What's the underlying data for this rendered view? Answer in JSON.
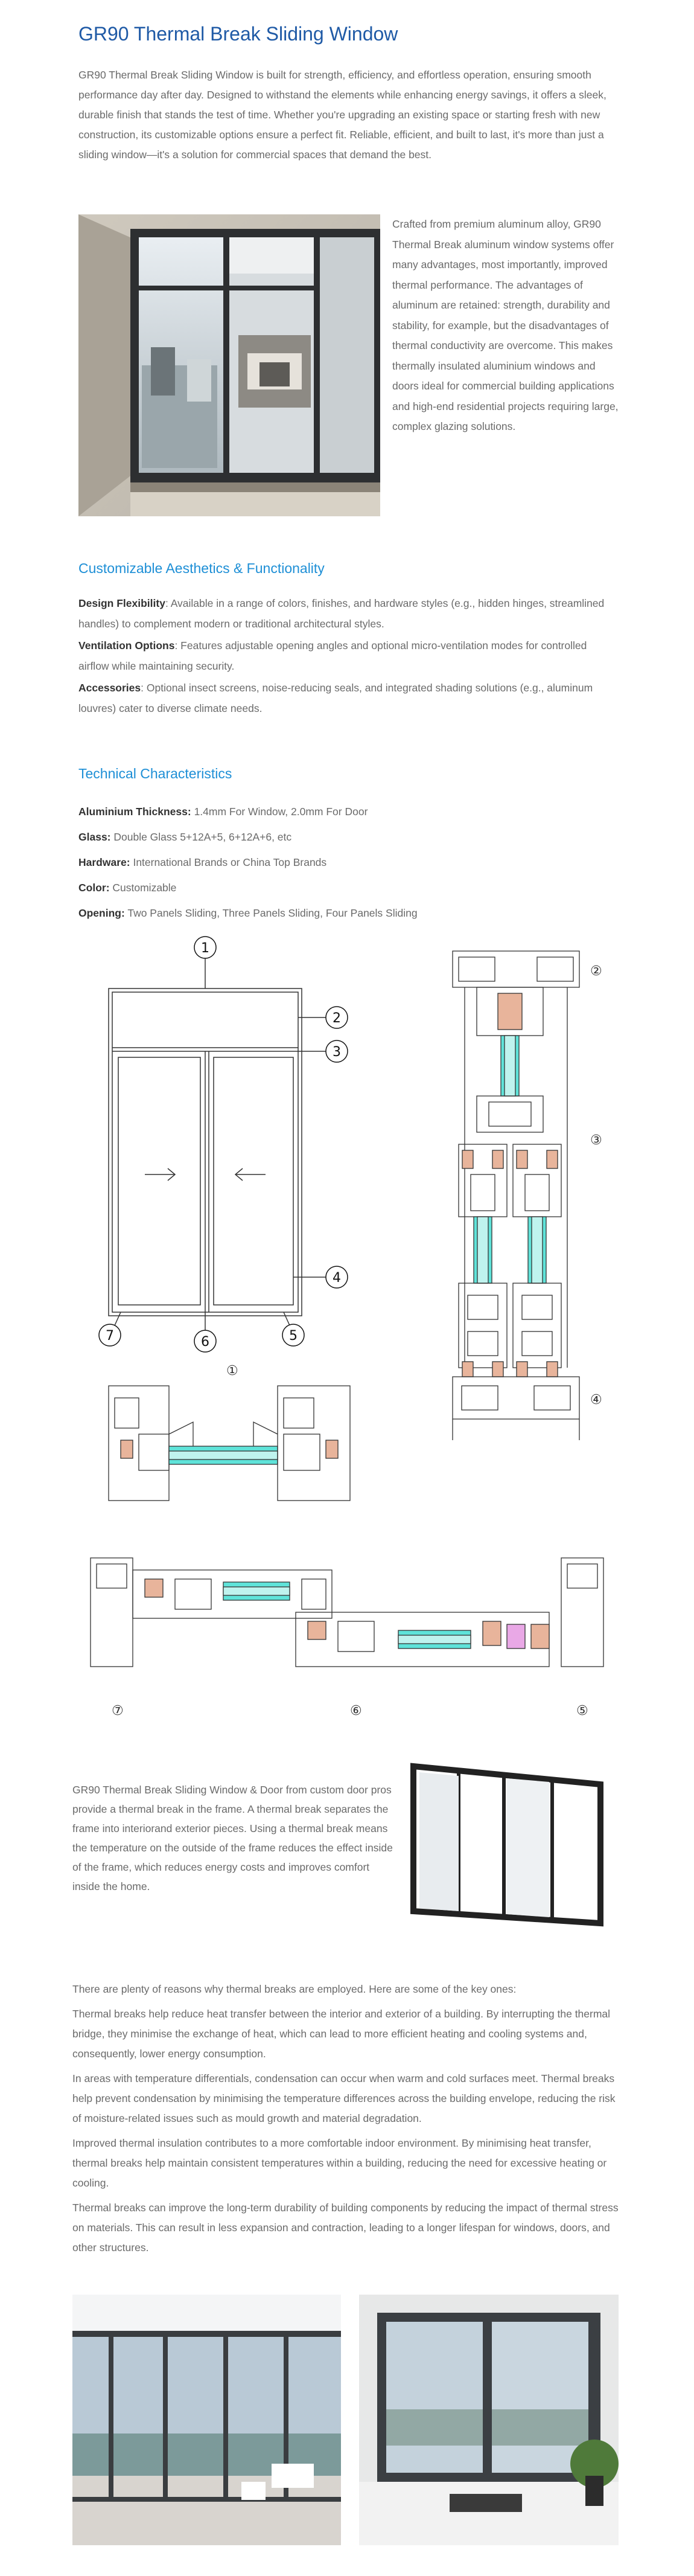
{
  "title": "GR90 Thermal Break Sliding Window",
  "intro": "GR90 Thermal Break Sliding Window is built for strength, efficiency, and effortless operation, ensuring smooth performance day after day. Designed to withstand the elements while enhancing energy savings, it offers a sleek, durable finish that stands the test of time. Whether you're upgrading an existing space or starting fresh with new construction, its customizable options ensure a perfect fit. Reliable, efficient, and built to last, it's more than just a sliding window—it's a solution for commercial spaces that demand the best.",
  "side_text": "Crafted from premium aluminum alloy, GR90 Thermal Break aluminum window systems offer many advantages, most importantly, improved thermal performance. The advantages of aluminum are retained: strength, durability and stability, for example, but the disadvantages of thermal conductivity are overcome. This makes thermally insulated aluminium windows and doors ideal for commercial building applications and high-end residential projects requiring large, complex glazing solutions.",
  "customizable": {
    "heading": "Customizable Aesthetics & Functionality",
    "items": [
      {
        "label": "Design Flexibility",
        "text": ": Available in a range of colors, finishes, and hardware styles (e.g., hidden hinges, streamlined handles) to complement modern or traditional architectural styles."
      },
      {
        "label": "Ventilation Options",
        "text": ": Features adjustable opening angles and optional micro-ventilation modes for controlled airflow while maintaining security."
      },
      {
        "label": "Accessories",
        "text": ": Optional insect screens, noise-reducing seals, and integrated shading solutions (e.g., aluminum louvres) cater to diverse climate needs."
      }
    ]
  },
  "technical": {
    "heading": "Technical Characteristics",
    "items": [
      {
        "label": "Aluminium Thickness:",
        "value": " 1.4mm For Window, 2.0mm For Door"
      },
      {
        "label": "Glass:",
        "value": " Double Glass 5+12A+5, 6+12A+6, etc"
      },
      {
        "label": "Hardware:",
        "value": " International Brands or China Top Brands"
      },
      {
        "label": "Color:",
        "value": " Customizable"
      },
      {
        "label": "Opening:",
        "value": " Two Panels Sliding, Three Panels Sliding, Four Panels Sliding"
      }
    ]
  },
  "diagram_labels": {
    "n1": "1",
    "n2": "2",
    "n3": "3",
    "n4": "4",
    "n5": "5",
    "n6": "6",
    "n7": "7",
    "c1": "①",
    "c2": "②",
    "c3": "③",
    "c4": "④",
    "c5": "⑤",
    "c6": "⑥",
    "c7": "⑦"
  },
  "thermal_break": {
    "text": "GR90 Thermal Break Sliding Window & Door from custom door pros provide a thermal break in the frame. A thermal break separates the frame into interiorand exterior pieces. Using a thermal break means the temperature on the outside of the frame reduces the effect inside of the frame, which reduces energy costs and improves comfort inside the home."
  },
  "reasons": [
    "There are plenty of reasons why thermal breaks are employed. Here are some of the key ones:",
    "Thermal breaks help reduce heat transfer between the interior and exterior of a building. By interrupting the thermal bridge, they minimise the exchange of heat, which can lead to more efficient heating and cooling systems and, consequently, lower energy consumption.",
    "In areas with temperature differentials, condensation can occur when warm and cold surfaces meet. Thermal breaks help prevent condensation by minimising the temperature differences across the building envelope, reducing the risk of moisture-related issues such as mould growth and material degradation.",
    "Improved thermal insulation contributes to a more comfortable indoor environment. By minimising heat transfer, thermal breaks help maintain consistent temperatures within a building, reducing the need for excessive heating or cooling.",
    "Thermal breaks can improve the long-term durability of building components by reducing the impact of thermal stress on materials. This can result in less expansion and contraction, leading to a longer lifespan for windows, doors, and other structures."
  ],
  "colors": {
    "title": "#1f5aa6",
    "heading": "#1e8fd6",
    "glass": "#5fe3d9",
    "thermal": "#e8b49b"
  }
}
